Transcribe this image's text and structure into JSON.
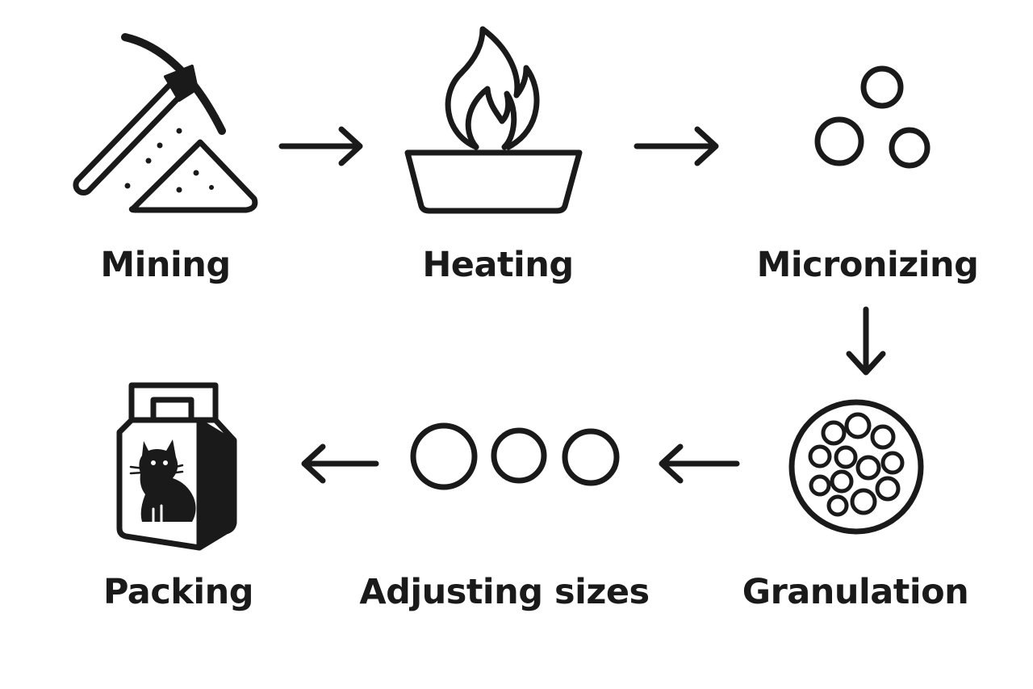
{
  "steps": [
    {
      "id": "mining",
      "label": "Mining",
      "icon": "pickaxe-sand-icon"
    },
    {
      "id": "heating",
      "label": "Heating",
      "icon": "flame-tray-icon"
    },
    {
      "id": "micronizing",
      "label": "Micronizing",
      "icon": "particles-icon"
    },
    {
      "id": "granulation",
      "label": "Granulation",
      "icon": "granules-disc-icon"
    },
    {
      "id": "adjusting-sizes",
      "label": "Adjusting sizes",
      "icon": "three-circles-icon"
    },
    {
      "id": "packing",
      "label": "Packing",
      "icon": "cat-litter-bag-icon"
    }
  ],
  "flow": [
    "mining",
    "heating",
    "micronizing",
    "granulation",
    "adjusting-sizes",
    "packing"
  ],
  "colors": {
    "stroke": "#1a1a1a",
    "background": "#ffffff"
  }
}
